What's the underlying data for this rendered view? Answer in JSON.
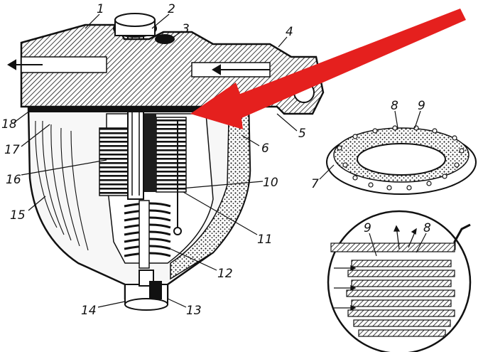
{
  "figure": {
    "callouts": [
      {
        "id": "c1",
        "text": "1"
      },
      {
        "id": "c2",
        "text": "2"
      },
      {
        "id": "c3",
        "text": "3"
      },
      {
        "id": "c4",
        "text": "4"
      },
      {
        "id": "c5",
        "text": "5"
      },
      {
        "id": "c6",
        "text": "6"
      },
      {
        "id": "c7",
        "text": "7"
      },
      {
        "id": "c8a",
        "text": "8"
      },
      {
        "id": "c9a",
        "text": "9"
      },
      {
        "id": "c10",
        "text": "10"
      },
      {
        "id": "c11",
        "text": "11"
      },
      {
        "id": "c12",
        "text": "12"
      },
      {
        "id": "c13",
        "text": "13"
      },
      {
        "id": "c14",
        "text": "14"
      },
      {
        "id": "c15",
        "text": "15"
      },
      {
        "id": "c16",
        "text": "16"
      },
      {
        "id": "c17",
        "text": "17"
      },
      {
        "id": "c18",
        "text": "18"
      },
      {
        "id": "c9b",
        "text": "9"
      },
      {
        "id": "c8b",
        "text": "8"
      }
    ],
    "colors": {
      "ink": "#111111",
      "arrow": "#e5201e",
      "paper": "#ffffff",
      "shade": "#2a2a2a"
    }
  }
}
